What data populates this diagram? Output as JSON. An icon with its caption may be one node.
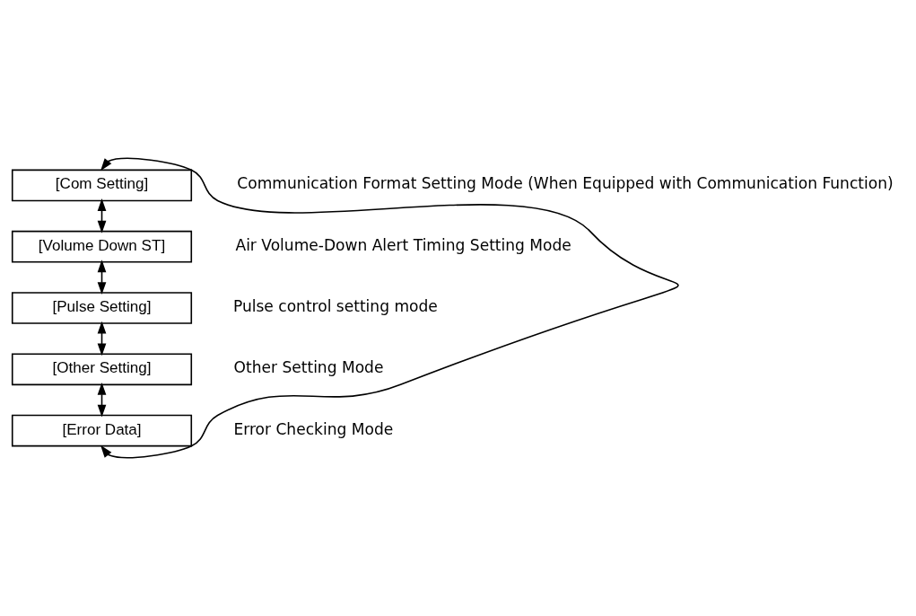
{
  "diagram": {
    "nodes": [
      {
        "text": [
          "[Com Setting]"
        ],
        "beside": [
          "Communication Format Setting Mode (When Equipped with Communication Function)"
        ]
      },
      {
        "text": [
          "[Volume Down ST]"
        ],
        "beside": [
          "Air Volume-Down Alert Timing Setting Mode"
        ]
      },
      {
        "text": [
          "[Pulse Setting]"
        ],
        "beside": [
          "Pulse control setting mode"
        ]
      },
      {
        "text": [
          "[Other Setting]"
        ],
        "beside": [
          "Other Setting Mode"
        ]
      },
      {
        "text": [
          "[Error Data]"
        ],
        "beside": [
          "Error Checking Mode"
        ]
      }
    ],
    "edges": [
      {
        "from": 0,
        "to": 1,
        "arrow": "both"
      },
      {
        "from": 1,
        "to": 2,
        "arrow": "both"
      },
      {
        "from": 2,
        "to": 3,
        "arrow": "both"
      },
      {
        "from": 3,
        "to": 4,
        "arrow": "both"
      },
      {
        "from": 4,
        "to": 0,
        "arrow": "both"
      }
    ]
  }
}
